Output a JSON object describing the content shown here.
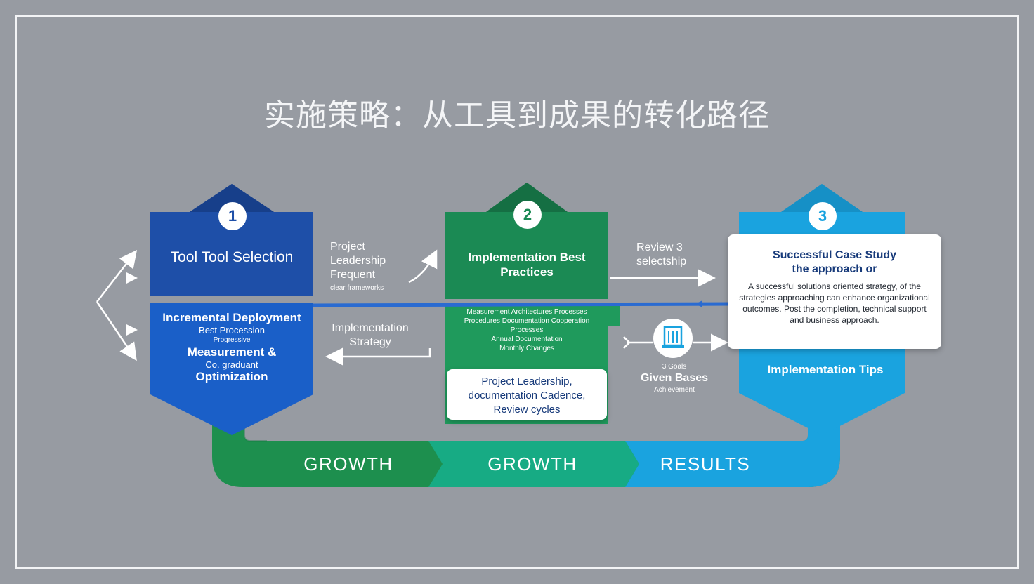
{
  "title": "实施策略：从工具到成果的转化路径",
  "steps": [
    {
      "number": "1",
      "title": "Tool Tool Selection",
      "lower": {
        "heading": "Incremental Deployment",
        "sub1": "Best Procession",
        "sub2": "Progressive",
        "heading2": "Measurement &",
        "sub3": "Co. graduant",
        "heading3": "Optimization"
      }
    },
    {
      "number": "2",
      "title": "Implementation Best Practices",
      "body_lines": [
        "Measurement Architectures Processes",
        "Procedures Documentation Cooperation",
        "Processes",
        "Annual Documentation",
        "Monthly Changes"
      ],
      "card": "Project Leadership, documentation Cadence, Review cycles"
    },
    {
      "number": "3",
      "card_title": "Successful Case Study the approach or",
      "card_body": "A successful solutions oriented strategy, of the strategies approaching can enhance organizational outcomes. Post the completion, technical support and business approach.",
      "lower": "Implementation Tips"
    }
  ],
  "connectors": {
    "top_left_label": "Project Leadership Frequent",
    "top_left_small": "clear frameworks",
    "mid_left_label": "Implementation Strategy",
    "top_right_label": "Review 3 selectship",
    "mid_right_small1": "3 Goals",
    "mid_right_label": "Given Bases",
    "mid_right_small2": "Achievement"
  },
  "band": [
    "GROWTH",
    "GROWTH",
    "RESULTS"
  ],
  "icons": {
    "step2_card_icon": "building-icon"
  },
  "colors": {
    "background": "#979ba2",
    "step1": "#1e4fa8",
    "step1_lower": "#1a5fc8",
    "step2": "#1b8a54",
    "step3": "#1aa3df",
    "band_green": "#1d8f4e",
    "band_teal": "#17ab84",
    "band_blue": "#1aa3df"
  }
}
